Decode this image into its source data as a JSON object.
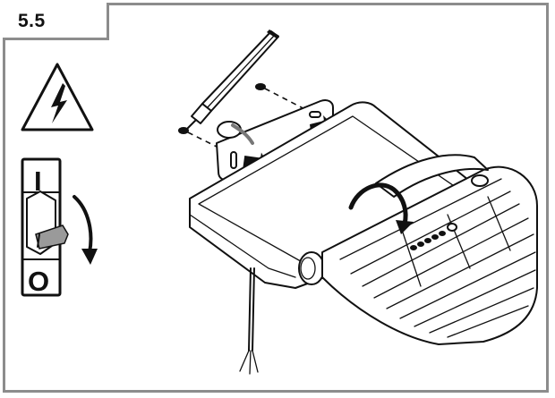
{
  "step": {
    "number": "5.5"
  },
  "switch": {
    "on_label": "I",
    "off_label": "O"
  },
  "colors": {
    "frame": "#8c8c8c",
    "line": "#111111",
    "shade": "#9a9a9a"
  },
  "icons": [
    "high-voltage-warning-icon",
    "power-switch-icon",
    "screwdriver-icon",
    "rotation-arrow-icon",
    "push-arrow-icon"
  ]
}
